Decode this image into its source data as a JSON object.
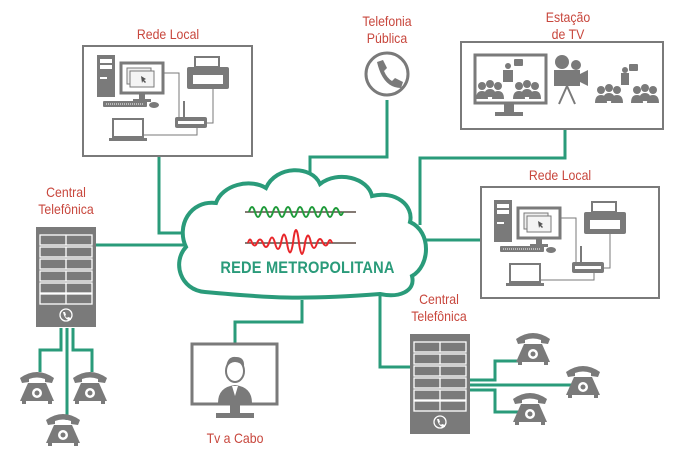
{
  "diagram": {
    "center": {
      "label": "REDE METROPOLITANA",
      "kind": "cloud"
    },
    "nodes": [
      {
        "id": "rede-local-1",
        "label": "Rede Local",
        "kind": "local-network"
      },
      {
        "id": "telefonia-publica",
        "label_lines": [
          "Telefonia",
          "Pública"
        ],
        "kind": "public-phone"
      },
      {
        "id": "estacao-tv",
        "label_lines": [
          "Estação",
          "de TV"
        ],
        "kind": "tv-station"
      },
      {
        "id": "rede-local-2",
        "label": "Rede Local",
        "kind": "local-network"
      },
      {
        "id": "central-telefonica-1",
        "label_lines": [
          "Central",
          "Telefônica"
        ],
        "kind": "pbx",
        "phones": 3
      },
      {
        "id": "central-telefonica-2",
        "label_lines": [
          "Central",
          "Telefônica"
        ],
        "kind": "pbx",
        "phones": 3
      },
      {
        "id": "tv-cabo",
        "label": "Tv a Cabo",
        "kind": "cable-tv"
      }
    ],
    "edges": [
      [
        "rede-local-1",
        "center"
      ],
      [
        "telefonia-publica",
        "center"
      ],
      [
        "estacao-tv",
        "center"
      ],
      [
        "rede-local-2",
        "center"
      ],
      [
        "central-telefonica-1",
        "center"
      ],
      [
        "central-telefonica-2",
        "center"
      ],
      [
        "tv-cabo",
        "center"
      ]
    ],
    "colors": {
      "line": "#2a9b7a",
      "label": "#c8473d",
      "icon": "#7a7a7a",
      "wave_green": "#1f9a3a",
      "wave_red": "#e8262a"
    }
  }
}
